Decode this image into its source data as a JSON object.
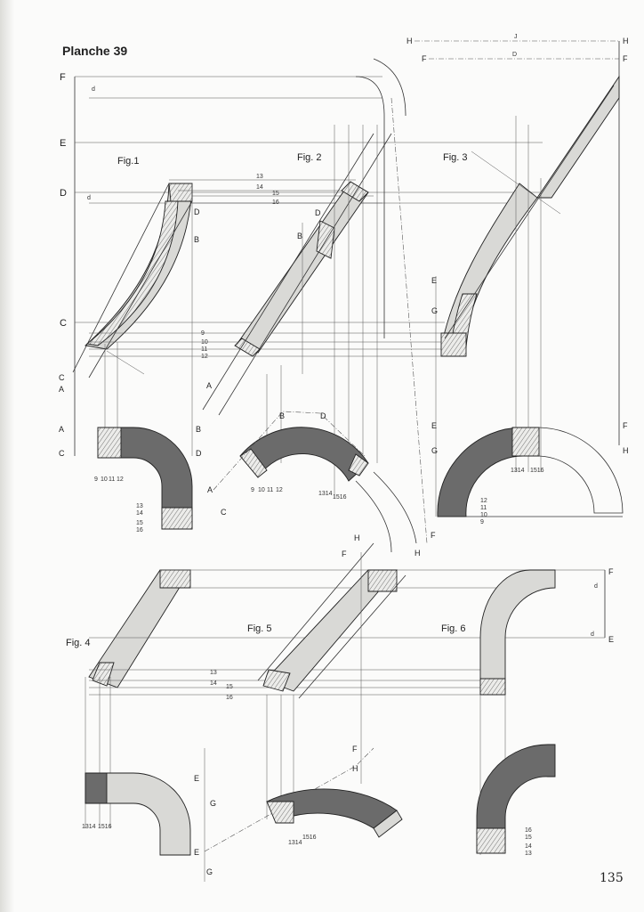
{
  "plate": {
    "title": "Planche 39",
    "page_number": "135"
  },
  "figures": [
    {
      "label": "Fig.1"
    },
    {
      "label": "Fig. 2"
    },
    {
      "label": "Fig. 3"
    },
    {
      "label": "Fig. 4"
    },
    {
      "label": "Fig. 5"
    },
    {
      "label": "Fig. 6"
    }
  ],
  "left_axis_letters": [
    "F",
    "E",
    "D",
    "C"
  ],
  "right_axis_letters": [
    "H",
    "F"
  ],
  "lower_right_letters": [
    "F",
    "E"
  ],
  "dim_labels": {
    "j": "J",
    "d": "D",
    "d_small": "d"
  },
  "line_numbers_top": [
    "13",
    "14",
    "15",
    "16"
  ],
  "line_numbers_mid": [
    "9",
    "10",
    "11",
    "12"
  ],
  "line_numbers_bottom": [
    "13",
    "14",
    "15",
    "16"
  ],
  "point_labels": {
    "a": "A",
    "b": "B",
    "c": "C",
    "d": "D",
    "e": "E",
    "f": "F",
    "g": "G",
    "h": "H"
  },
  "arc_tick_labels": {
    "fig1": [
      "9",
      "10",
      "11",
      "12"
    ],
    "fig1_side": [
      "13",
      "14",
      "15",
      "16"
    ],
    "fig2": [
      "9",
      "10",
      "11",
      "12",
      "1314",
      "1516"
    ],
    "fig3": [
      "1314",
      "1516"
    ],
    "fig3_side": [
      "12",
      "11",
      "10",
      "9"
    ],
    "fig4": [
      "1314",
      "1516"
    ],
    "fig5": [
      "1314",
      "1516"
    ],
    "fig6_side": [
      "16",
      "15",
      "14",
      "13"
    ]
  },
  "colors": {
    "ink": "#222222",
    "shade": "#6b6b6b",
    "paper": "#fbfbfa"
  }
}
